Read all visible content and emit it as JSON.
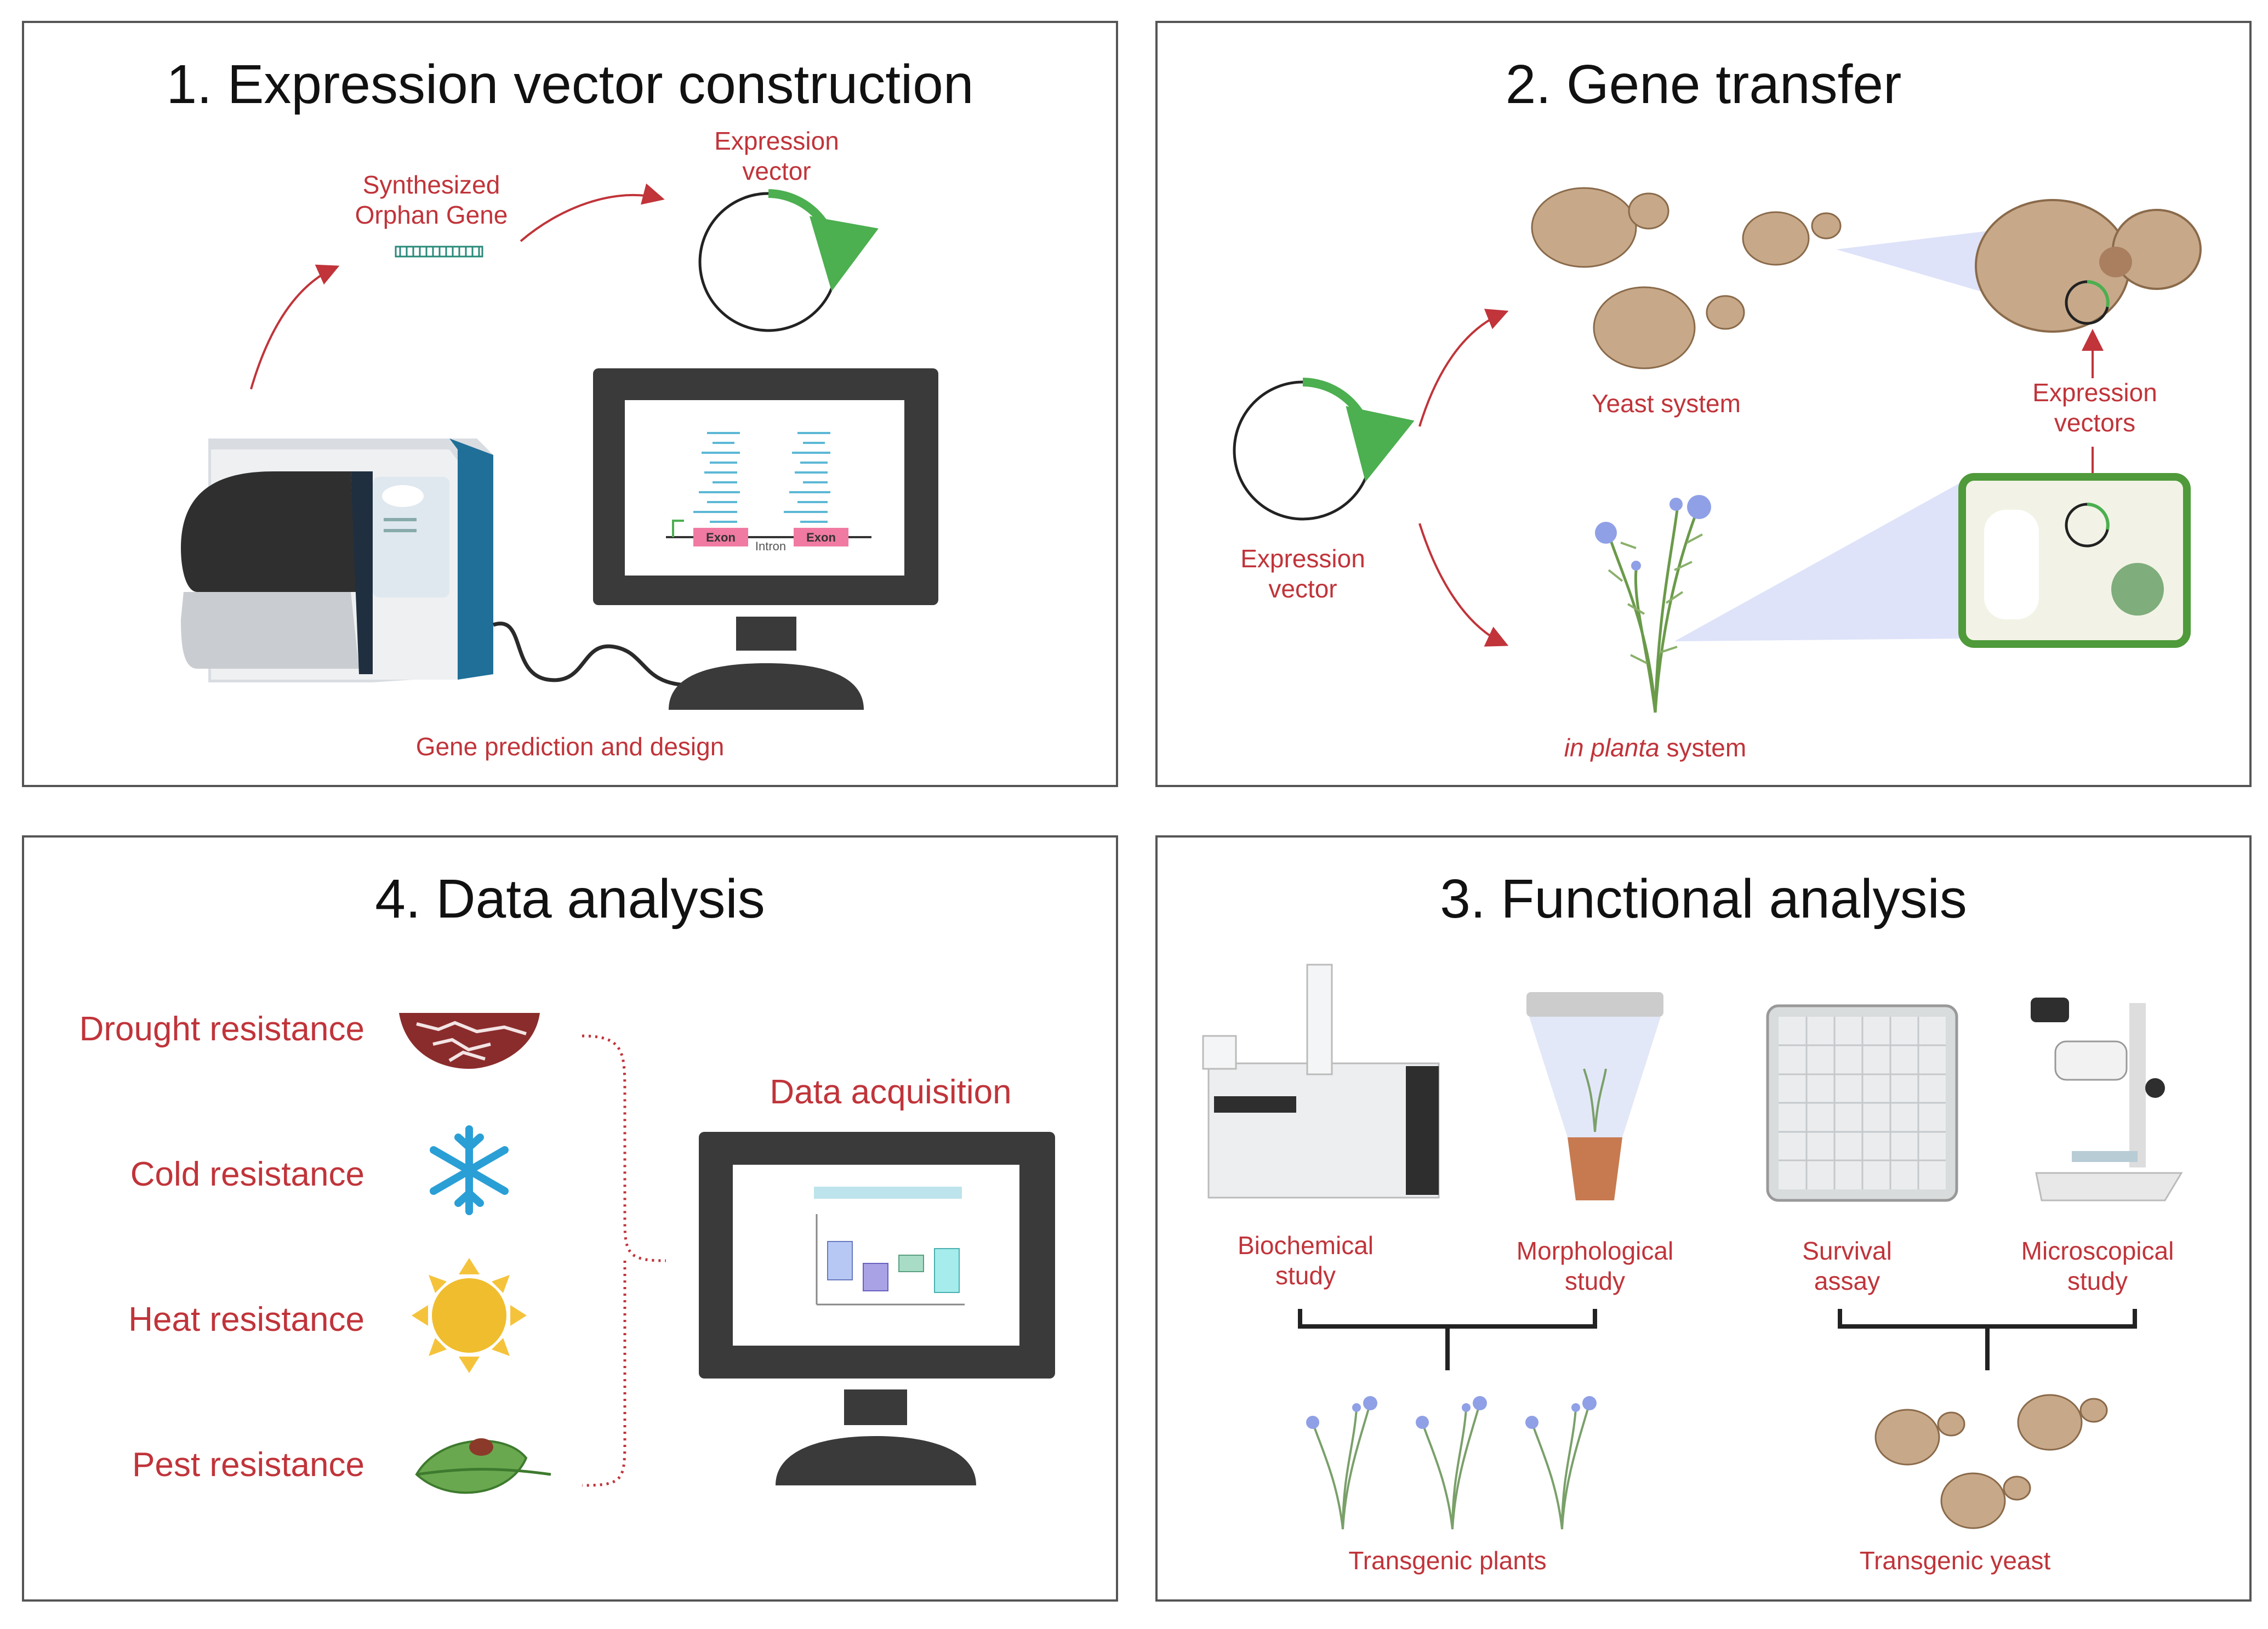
{
  "colors": {
    "label_red": "#c0343a",
    "vector_green": "#4caf50",
    "monitor_dark": "#3a3a3a",
    "yeast_tan": "#c7a98a"
  },
  "panels": {
    "p1": {
      "title": "1.  Expression vector construction",
      "synth_line1": "Synthesized",
      "synth_line2": "Orphan Gene",
      "ev_line1": "Expression",
      "ev_line2": "vector",
      "exon": "Exon",
      "intron": "Intron",
      "caption": "Gene prediction and design"
    },
    "p2": {
      "title": "2. Gene transfer",
      "ev_line1": "Expression",
      "ev_line2": "vector",
      "yeast": "Yeast system",
      "evs_line1": "Expression",
      "evs_line2": "vectors",
      "inplanta_it": "in planta",
      "inplanta_rest": " system"
    },
    "p4": {
      "title": "4. Data analysis",
      "traits": [
        "Drought resistance",
        "Cold resistance",
        "Heat resistance",
        "Pest resistance"
      ],
      "acq": "Data acquisition"
    },
    "p3": {
      "title": "3. Functional analysis",
      "bio_line1": "Biochemical",
      "bio_line2": "study",
      "morph_line1": "Morphological",
      "morph_line2": "study",
      "surv_line1": "Survival",
      "surv_line2": "assay",
      "micro_line1": "Microscopical",
      "micro_line2": "study",
      "tplants": "Transgenic plants",
      "tyeast": "Transgenic yeast"
    }
  },
  "icons": [
    "sequencer-machine-icon",
    "computer-monitor-icon",
    "plasmid-icon",
    "yeast-cell-icon",
    "flax-plant-icon",
    "plant-cell-icon",
    "cracked-soil-icon",
    "snowflake-icon",
    "sun-icon",
    "leaf-with-bug-icon",
    "gc-ms-instrument-icon",
    "potted-plant-icon",
    "petri-dish-icon",
    "microscope-icon"
  ]
}
